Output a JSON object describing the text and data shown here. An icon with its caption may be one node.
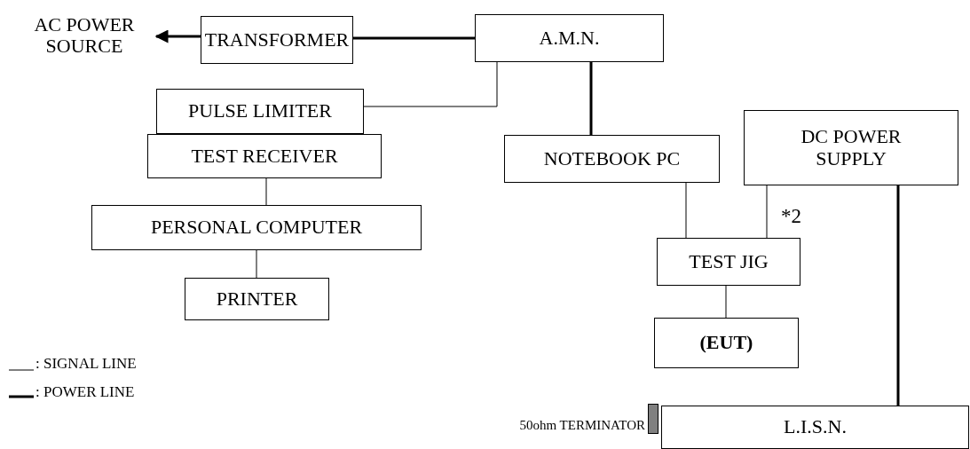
{
  "diagram": {
    "nodes": [
      {
        "text": [
          "AC POWER SOURCE"
        ]
      },
      {
        "text": [
          "TRANSFORMER"
        ]
      },
      {
        "text": [
          "A.M.N."
        ]
      },
      {
        "text": [
          "PULSE LIMITER"
        ]
      },
      {
        "text": [
          "TEST RECEIVER"
        ]
      },
      {
        "text": [
          "PERSONAL COMPUTER"
        ]
      },
      {
        "text": [
          "PRINTER"
        ]
      },
      {
        "text": [
          "NOTEBOOK PC"
        ]
      },
      {
        "text": [
          "DC POWER SUPPLY"
        ]
      },
      {
        "text": [
          "TEST JIG"
        ]
      },
      {
        "text": [
          "(EUT)"
        ]
      },
      {
        "text": [],
        "shape": "box",
        "beside": [
          "50ohm TERMINATOR"
        ]
      },
      {
        "text": [
          "L.I.S.N."
        ]
      }
    ],
    "edges": [
      {
        "from": 1,
        "to": 0,
        "arrow": "to",
        "style": "thick"
      },
      {
        "from": 1,
        "to": 2,
        "arrow": "none",
        "style": "thick"
      },
      {
        "from": 2,
        "to": 3,
        "arrow": "none"
      },
      {
        "from": 4,
        "to": 5,
        "arrow": "none"
      },
      {
        "from": 5,
        "to": 6,
        "arrow": "none"
      },
      {
        "from": 2,
        "to": 7,
        "arrow": "none",
        "style": "thick"
      },
      {
        "from": 7,
        "to": 9,
        "arrow": "none"
      },
      {
        "from": 8,
        "to": 9,
        "arrow": "none",
        "label": "*2"
      },
      {
        "from": 9,
        "to": 10,
        "arrow": "none"
      },
      {
        "from": 8,
        "to": 12,
        "arrow": "none",
        "style": "thick"
      }
    ],
    "legend": [
      {
        "text": ": SIGNAL LINE"
      },
      {
        "text": ": POWER LINE"
      }
    ]
  }
}
